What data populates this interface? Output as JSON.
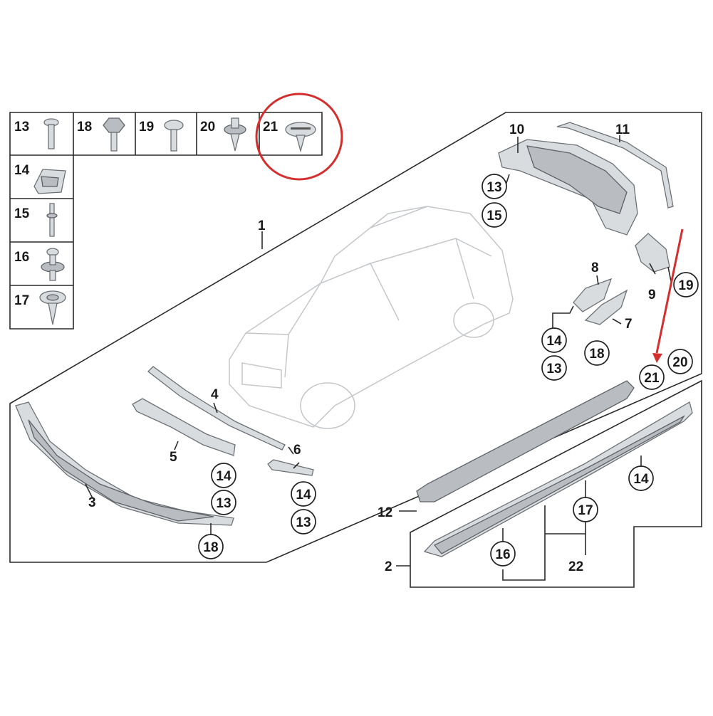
{
  "fastener_table": [
    {
      "num": "13",
      "icon": "screw-icon"
    },
    {
      "num": "18",
      "icon": "hex-bolt-icon"
    },
    {
      "num": "19",
      "icon": "screw-icon"
    },
    {
      "num": "20",
      "icon": "expansion-rivet-icon"
    },
    {
      "num": "21",
      "icon": "push-clip-icon"
    },
    {
      "num": "14",
      "icon": "clip-nut-icon"
    },
    {
      "num": "15",
      "icon": "stud-icon"
    },
    {
      "num": "16",
      "icon": "flange-screw-icon"
    },
    {
      "num": "17",
      "icon": "washer-screw-icon"
    }
  ],
  "part_labels": {
    "p1": "1",
    "p2": "2",
    "p3": "3",
    "p4": "4",
    "p5": "5",
    "p6": "6",
    "p7": "7",
    "p8": "8",
    "p9": "9",
    "p10": "10",
    "p11": "11",
    "p12": "12",
    "p22": "22"
  },
  "callouts": {
    "c13_rear": "13",
    "c15_rear": "15",
    "c19_rear": "19",
    "c14_mid": "14",
    "c13_mid": "13",
    "c18_mid": "18",
    "c21_sill": "21",
    "c20_sill": "20",
    "c14_p5": "14",
    "c13_p5": "13",
    "c14_p6": "14",
    "c13_p6": "13",
    "c18_p3": "18",
    "c14_p2": "14",
    "c17_p2": "17",
    "c16_p2": "16"
  },
  "colors": {
    "highlight": "#d32f2f",
    "line": "#2a2a2a",
    "part_fill": "#d9dcdf"
  }
}
